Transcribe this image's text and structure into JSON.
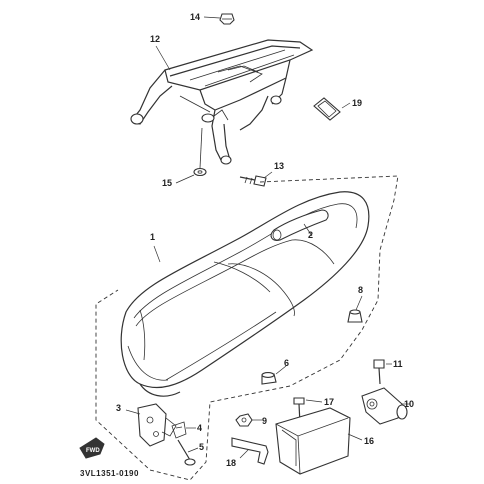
{
  "diagram": {
    "part_code": "3VL1351-0190",
    "fwd_label": "FWD",
    "callouts": {
      "c1": "1",
      "c2": "2",
      "c3": "3",
      "c4": "4",
      "c5": "5",
      "c6": "6",
      "c8": "8",
      "c9": "9",
      "c10": "10",
      "c11": "11",
      "c12": "12",
      "c13": "13",
      "c14": "14",
      "c15": "15",
      "c16": "16",
      "c17": "17",
      "c18": "18",
      "c19": "19"
    }
  },
  "colors": {
    "ink": "#333333",
    "paper": "#ffffff"
  }
}
